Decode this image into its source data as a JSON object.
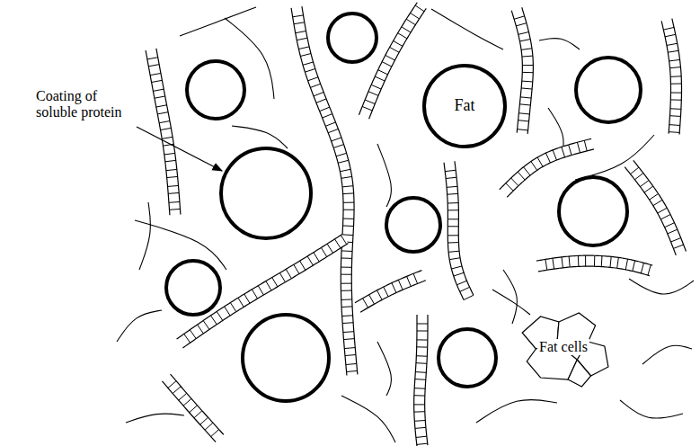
{
  "diagram": {
    "nodes": [
      {
        "text": [
          "Fat"
        ]
      },
      {
        "text": [
          "Fat cells"
        ]
      }
    ],
    "labels": [
      "Coating of soluble protein"
    ]
  }
}
